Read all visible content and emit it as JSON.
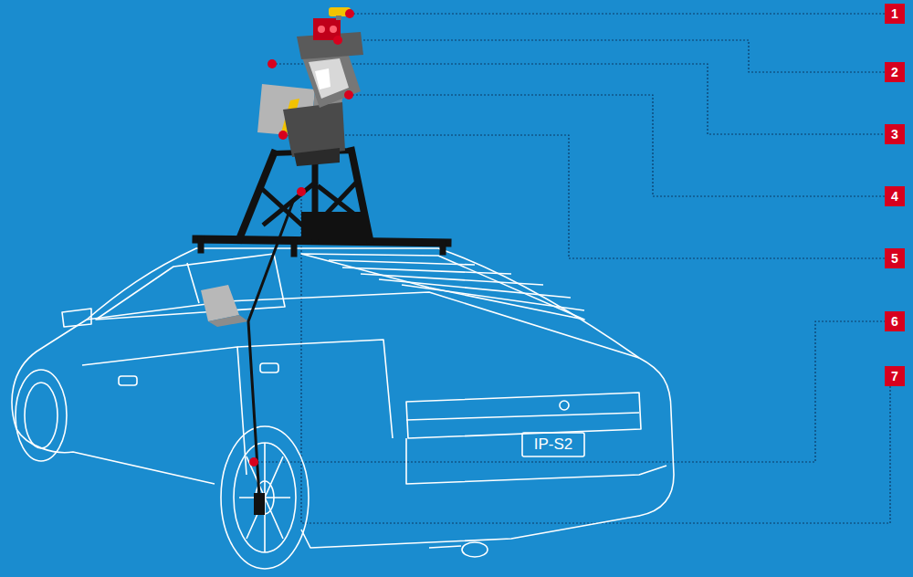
{
  "diagram": {
    "labels": [
      "1",
      "2",
      "3",
      "4",
      "5",
      "6",
      "7",
      "IP-S2"
    ]
  }
}
